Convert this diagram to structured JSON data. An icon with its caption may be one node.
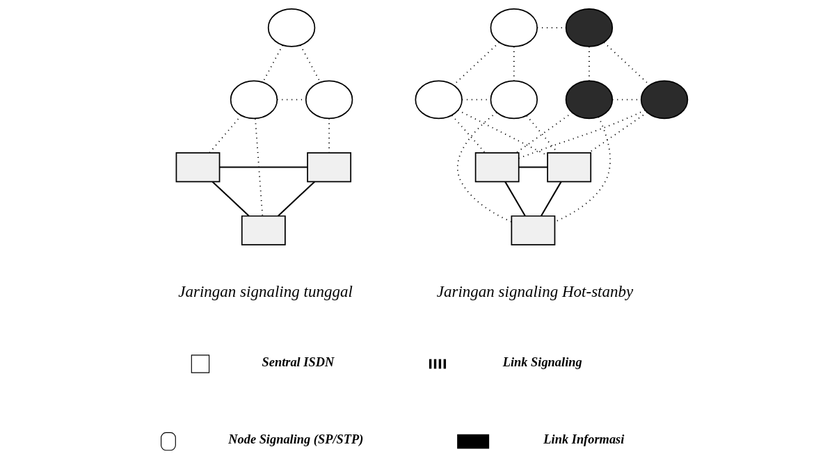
{
  "diagram": {
    "nodes": [
      {
        "text": [],
        "shape": "circle"
      },
      {
        "text": [],
        "shape": "circle"
      },
      {
        "text": [],
        "shape": "circle"
      },
      {
        "text": [],
        "shape": "box"
      },
      {
        "text": [],
        "shape": "box"
      },
      {
        "text": [],
        "shape": "box"
      },
      {
        "text": [],
        "shape": "circle"
      },
      {
        "text": [],
        "shape": "circle"
      },
      {
        "text": [],
        "shape": "circle"
      },
      {
        "text": [],
        "shape": "circle"
      },
      {
        "text": [],
        "shape": "circle"
      },
      {
        "text": [],
        "shape": "circle"
      },
      {
        "text": [],
        "shape": "box"
      },
      {
        "text": [],
        "shape": "box"
      },
      {
        "text": [],
        "shape": "box"
      }
    ],
    "edges": [
      {
        "from": 0,
        "to": 1,
        "arrow": "none",
        "style": "dashed"
      },
      {
        "from": 0,
        "to": 2,
        "arrow": "none",
        "style": "dashed"
      },
      {
        "from": 1,
        "to": 2,
        "arrow": "none",
        "style": "dashed"
      },
      {
        "from": 1,
        "to": 3,
        "arrow": "none",
        "style": "dashed"
      },
      {
        "from": 1,
        "to": 5,
        "arrow": "none",
        "style": "dashed"
      },
      {
        "from": 2,
        "to": 4,
        "arrow": "none",
        "style": "dashed"
      },
      {
        "from": 3,
        "to": 4,
        "arrow": "none"
      },
      {
        "from": 3,
        "to": 5,
        "arrow": "none"
      },
      {
        "from": 4,
        "to": 5,
        "arrow": "none"
      },
      {
        "from": 6,
        "to": 7,
        "arrow": "none",
        "style": "dashed"
      },
      {
        "from": 6,
        "to": 8,
        "arrow": "none",
        "style": "dashed"
      },
      {
        "from": 6,
        "to": 9,
        "arrow": "none",
        "style": "dashed"
      },
      {
        "from": 8,
        "to": 9,
        "arrow": "none",
        "style": "dashed"
      },
      {
        "from": 7,
        "to": 10,
        "arrow": "none",
        "style": "dashed"
      },
      {
        "from": 7,
        "to": 11,
        "arrow": "none",
        "style": "dashed"
      },
      {
        "from": 10,
        "to": 11,
        "arrow": "none",
        "style": "dashed"
      },
      {
        "from": 8,
        "to": 12,
        "arrow": "none",
        "style": "dashed"
      },
      {
        "from": 8,
        "to": 13,
        "arrow": "none",
        "style": "dashed"
      },
      {
        "from": 9,
        "to": 14,
        "arrow": "none",
        "style": "dashed"
      },
      {
        "from": 9,
        "to": 13,
        "arrow": "none",
        "style": "dashed"
      },
      {
        "from": 10,
        "to": 12,
        "arrow": "none",
        "style": "dashed"
      },
      {
        "from": 10,
        "to": 14,
        "arrow": "none",
        "style": "dashed"
      },
      {
        "from": 11,
        "to": 12,
        "arrow": "none",
        "style": "dashed"
      },
      {
        "from": 11,
        "to": 13,
        "arrow": "none",
        "style": "dashed"
      },
      {
        "from": 12,
        "to": 13,
        "arrow": "none"
      },
      {
        "from": 12,
        "to": 14,
        "arrow": "none"
      },
      {
        "from": 13,
        "to": 14,
        "arrow": "none"
      }
    ],
    "labels": [
      "Jaringan signaling tunggal",
      "Jaringan signaling Hot-stanby"
    ],
    "legend": [
      {
        "text": "Sentral ISDN"
      },
      {
        "text": "Link Signaling"
      },
      {
        "text": "Node Signaling (SP/STP)"
      },
      {
        "text": "Link Informasi"
      }
    ]
  }
}
